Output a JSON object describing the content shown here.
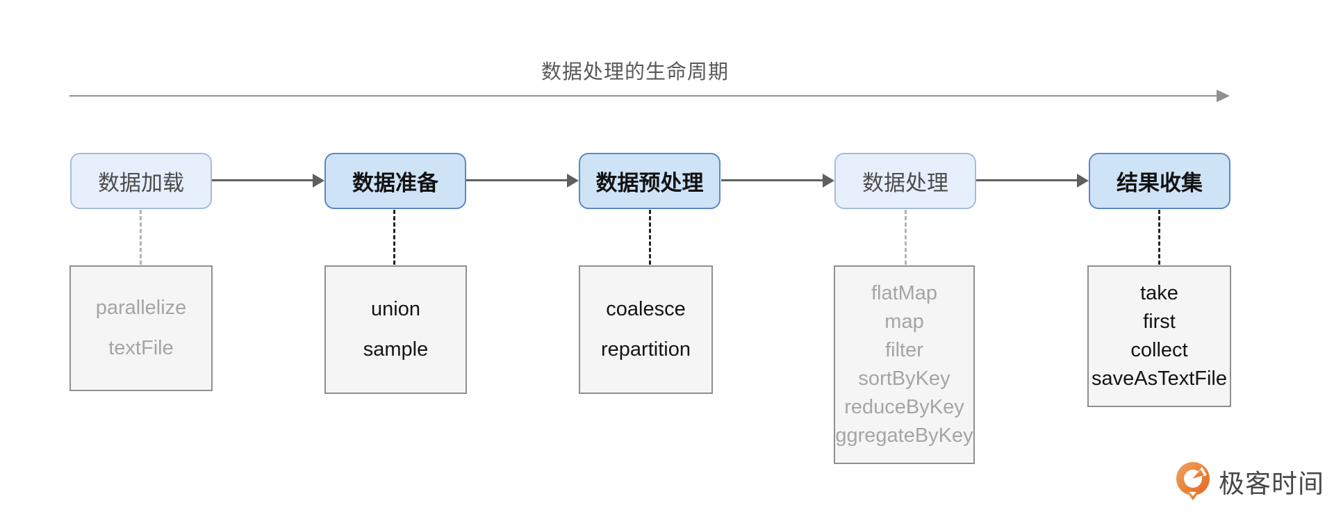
{
  "diagram": {
    "title": "数据处理的生命周期",
    "stages": [
      {
        "label": "数据加载",
        "state": "inactive",
        "ops": [
          "parallelize",
          "textFile"
        ]
      },
      {
        "label": "数据准备",
        "state": "active",
        "ops": [
          "union",
          "sample"
        ]
      },
      {
        "label": "数据预处理",
        "state": "active",
        "ops": [
          "coalesce",
          "repartition"
        ]
      },
      {
        "label": "数据处理",
        "state": "inactive",
        "ops": [
          "flatMap",
          "map",
          "filter",
          "sortByKey",
          "reduceByKey",
          "ggregateByKey"
        ]
      },
      {
        "label": "结果收集",
        "state": "active",
        "ops": [
          "take",
          "first",
          "collect",
          "saveAsTextFile"
        ]
      }
    ],
    "colors": {
      "stage_active_fill": "#cfe3f7",
      "stage_active_border": "#5b87c5",
      "stage_inactive_fill": "#e6effb",
      "stage_inactive_border": "#a3bcde",
      "ops_fill": "#f5f5f5",
      "ops_border": "#8f8f8f",
      "arrow_line": "#5f5f5f",
      "top_arrow_line": "#8f8f8f",
      "active_text": "#141414",
      "inactive_text": "#a5a5a5"
    }
  },
  "branding": {
    "logo_text": "极客时间",
    "logo_icon": "geektime-logo-icon",
    "logo_color": "#e2671f"
  }
}
